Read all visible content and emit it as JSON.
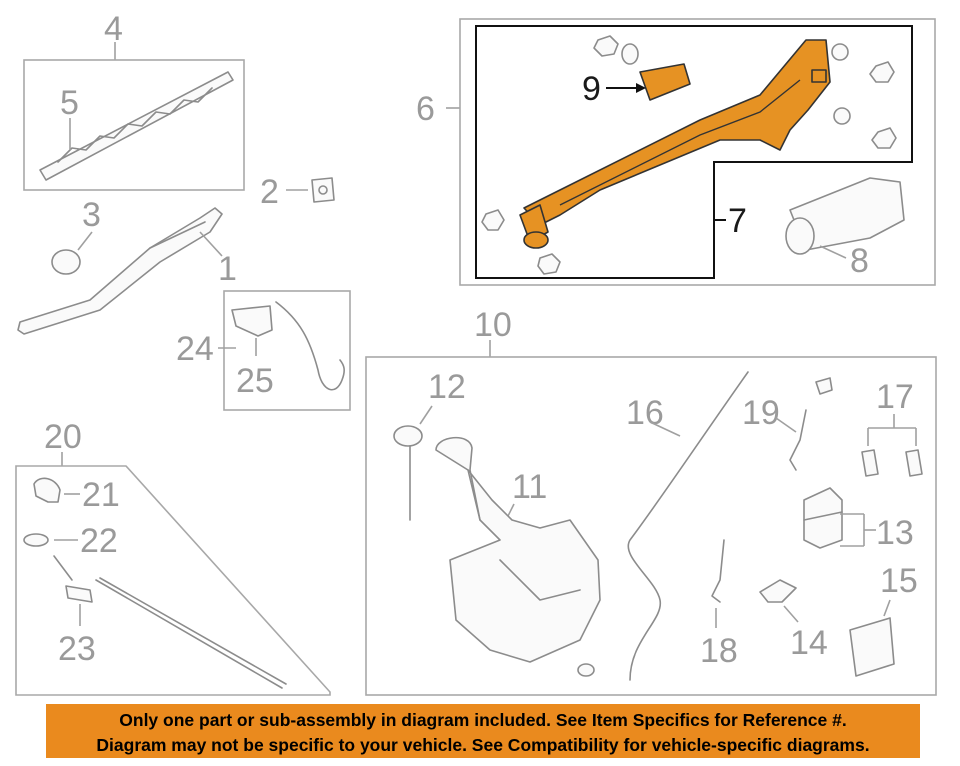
{
  "callouts": {
    "c1": "1",
    "c2": "2",
    "c3": "3",
    "c4": "4",
    "c5": "5",
    "c6": "6",
    "c7": "7",
    "c8": "8",
    "c9": "9",
    "c10": "10",
    "c11": "11",
    "c12": "12",
    "c13": "13",
    "c14": "14",
    "c15": "15",
    "c16": "16",
    "c17": "17",
    "c18": "18",
    "c19": "19",
    "c20": "20",
    "c21": "21",
    "c22": "22",
    "c23": "23",
    "c24": "24",
    "c25": "25"
  },
  "notice": {
    "line1": "Only one part or sub-assembly in diagram included. See Item Specifics for Reference #.",
    "line2": "Diagram may not be specific to your vehicle. See Compatibility for vehicle-specific diagrams."
  },
  "colors": {
    "highlight_part": "#e69223",
    "notice_background": "#ea8a1e",
    "callout_gray": "#9a9a9a"
  }
}
